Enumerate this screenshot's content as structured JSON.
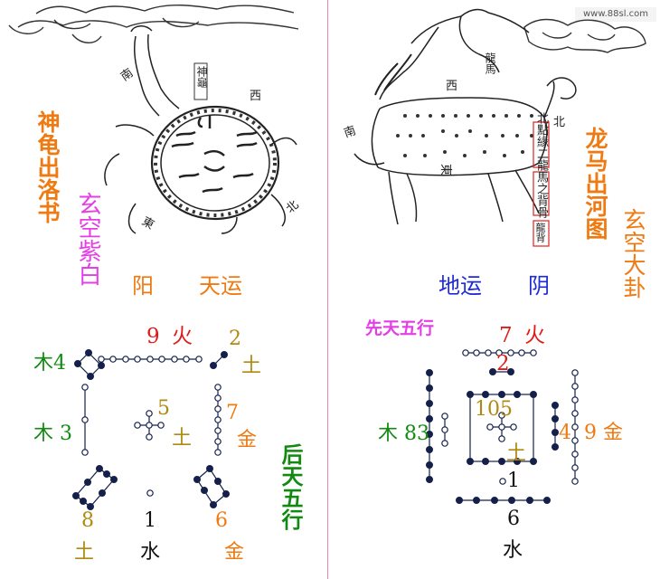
{
  "watermark": "www.88sl.com",
  "colors": {
    "orange": "#f07a12",
    "magenta": "#e63ee6",
    "blue": "#1e2bd6",
    "red": "#e01a1a",
    "green": "#128a12",
    "olive": "#b08a10",
    "navy": "#14204a",
    "black": "#111111"
  },
  "left": {
    "title": "神龟出洛书",
    "subtitle": "玄空紫白",
    "yang": "阳",
    "tianyun": "天运",
    "illustration": {
      "south": "南",
      "west": "西",
      "north": "北",
      "east": "東",
      "label": "神龜"
    },
    "houtian_label": "后天五行",
    "numbers": {
      "top": "9",
      "top_el": "火",
      "tr": "2",
      "tr_el": "土",
      "tl_el": "木",
      "tl": "4",
      "left_el": "木",
      "left": "3",
      "center": "5",
      "center_el": "土",
      "right": "7",
      "right_el": "金",
      "bl": "8",
      "bl_el": "土",
      "bottom": "1",
      "bottom_el": "水",
      "br": "6",
      "br_el": "金"
    }
  },
  "right": {
    "title": "龙马出河图",
    "subtitle": "玄空大卦",
    "diyun": "地运",
    "yin": "阴",
    "xiantian_label": "先天五行",
    "illustration": {
      "south": "南",
      "west": "西",
      "north": "北",
      "east": "東",
      "label": "龍馬",
      "vertical": "北點緣二龍馬之背骨",
      "bottom": "龍背"
    },
    "numbers": {
      "top": "7",
      "top_el": "火",
      "top2": "2",
      "left_el": "木",
      "left": "8",
      "left2": "3",
      "center": "10",
      "center2": "5",
      "center_el": "土",
      "right": "4",
      "right2": "9",
      "right_el": "金",
      "bottom": "1",
      "bottom2": "6",
      "bottom_el": "水"
    }
  }
}
